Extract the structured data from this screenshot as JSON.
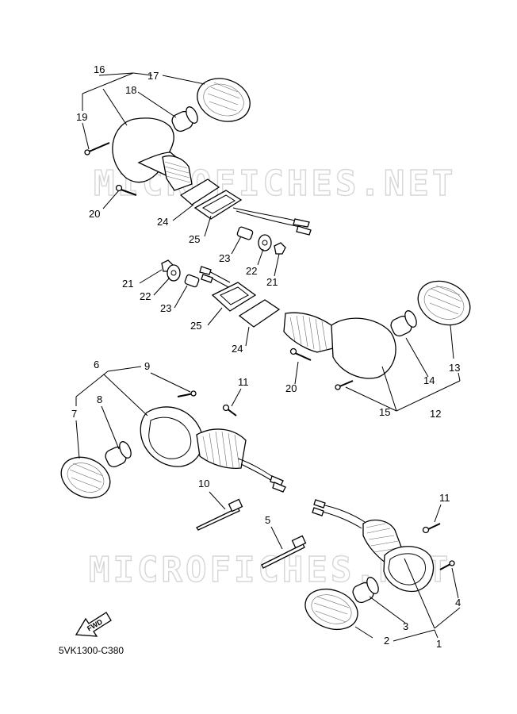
{
  "watermarks": [
    "MICROFICHES.NET",
    "MICROFICHES.NET"
  ],
  "diagram_code": "5VK1300-C380",
  "fwd_label": "FWD",
  "callouts": {
    "c16": "16",
    "c17": "17",
    "c18": "18",
    "c19": "19",
    "c20a": "20",
    "c24a": "24",
    "c25a": "25",
    "c23a": "23",
    "c22a": "22",
    "c21a": "21",
    "c21b": "21",
    "c22b": "22",
    "c23b": "23",
    "c25b": "25",
    "c24b": "24",
    "c20b": "20",
    "c13": "13",
    "c14": "14",
    "c15": "15",
    "c12": "12",
    "c6": "6",
    "c9": "9",
    "c8": "8",
    "c7": "7",
    "c11a": "11",
    "c10": "10",
    "c5": "5",
    "c11b": "11",
    "c4": "4",
    "c3": "3",
    "c2": "2",
    "c1": "1"
  }
}
